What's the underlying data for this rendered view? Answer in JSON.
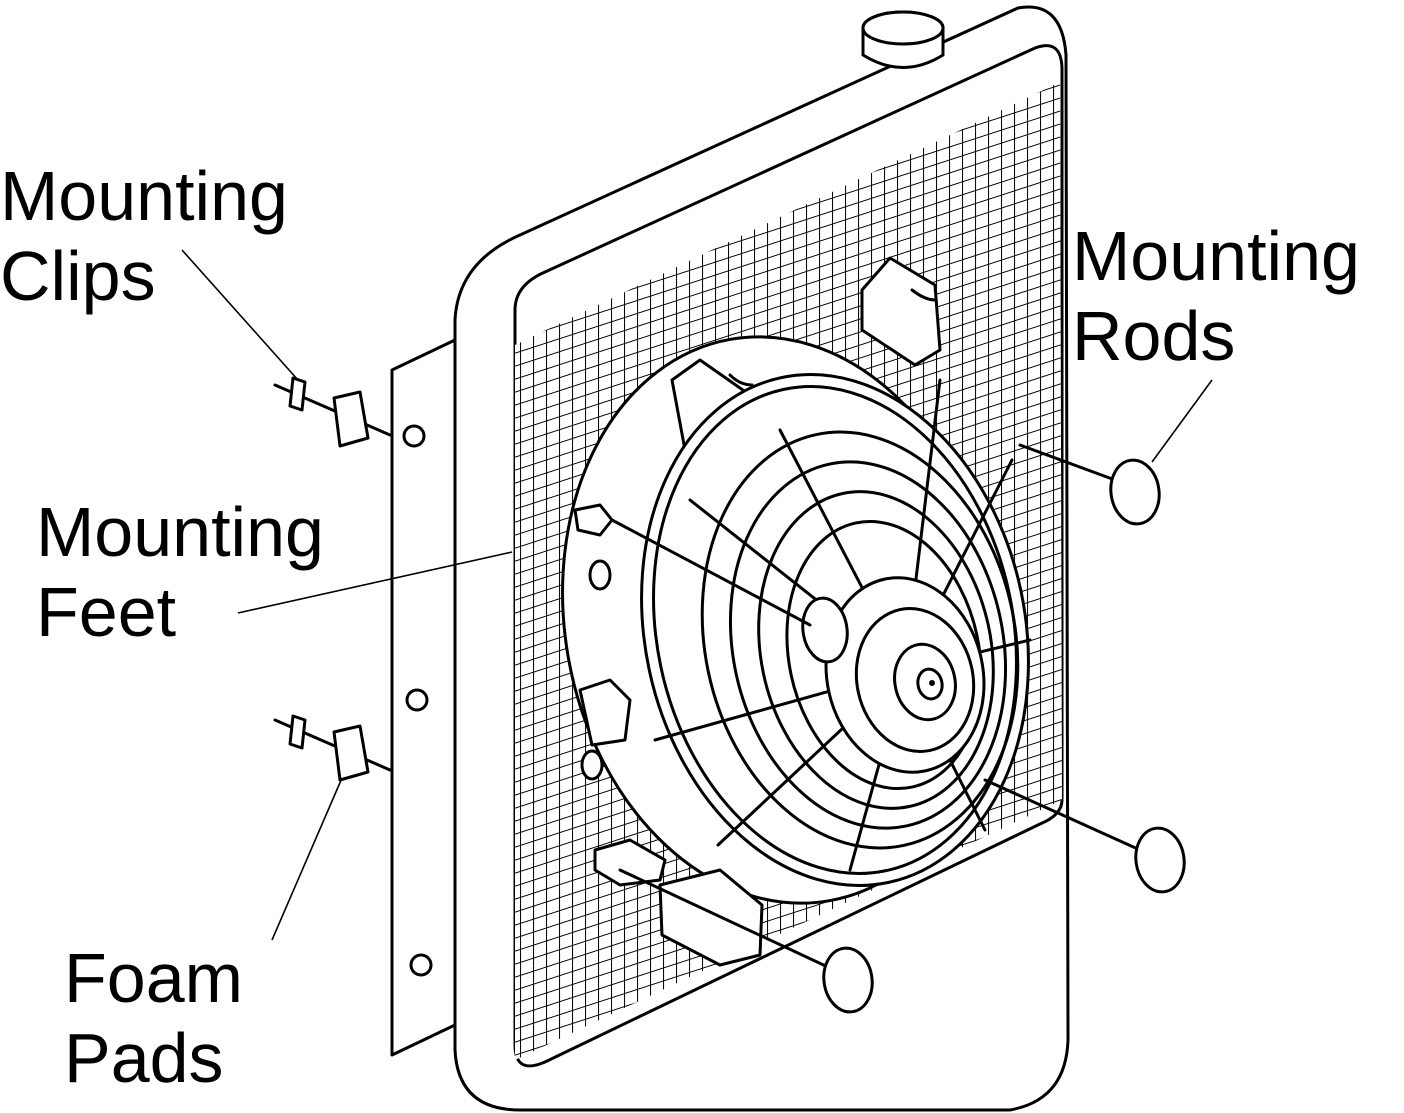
{
  "labels": {
    "mounting_clips": [
      "Mounting",
      "Clips"
    ],
    "mounting_rods": [
      "Mounting",
      "Rods"
    ],
    "mounting_feet": [
      "Mounting",
      "Feet"
    ],
    "foam_pads": [
      "Foam",
      "Pads"
    ]
  },
  "colors": {
    "ink": "#000000",
    "paper": "#ffffff"
  }
}
